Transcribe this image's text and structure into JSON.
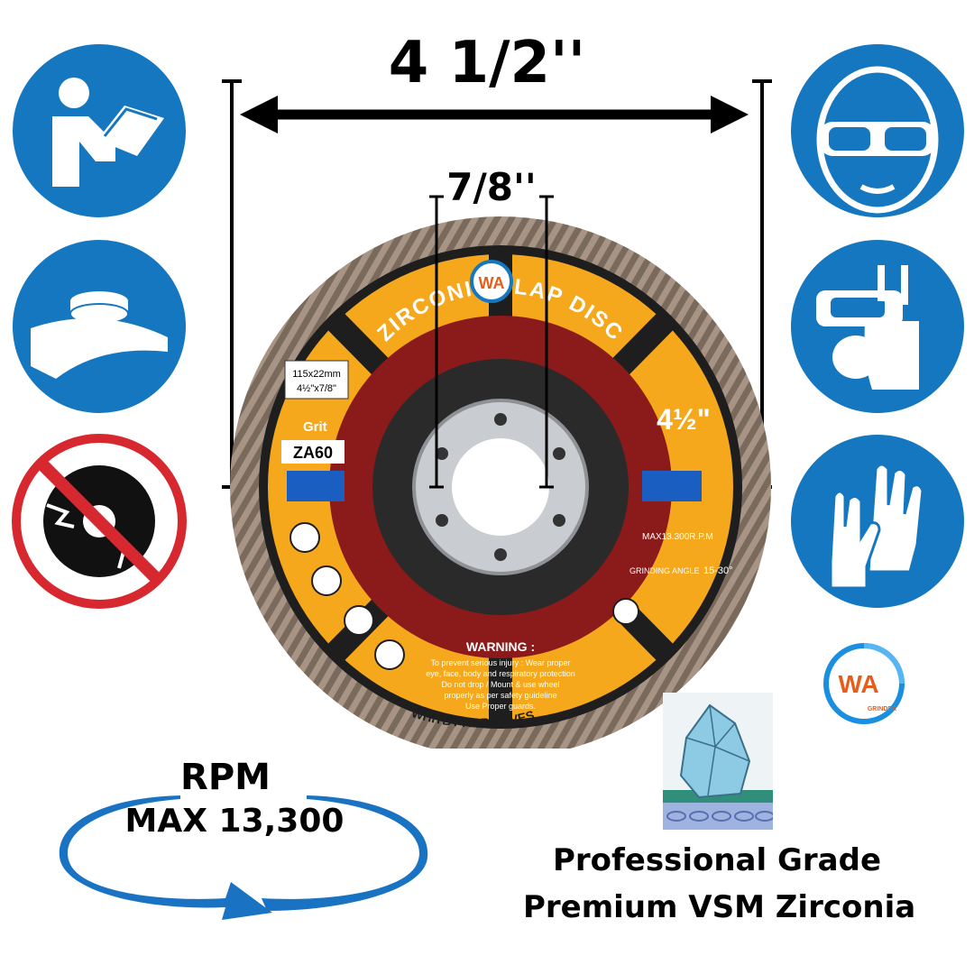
{
  "dimensions": {
    "outer_diameter": "4 1/2''",
    "arbor_size": "7/8''"
  },
  "disc": {
    "title": "ZIRCONIA FLAP DISC",
    "size_metric": "115x22mm",
    "size_imperial": "4½\"x7/8\"",
    "grit_label": "Grit",
    "grit_value": "ZA60",
    "size_badge": "4½\"",
    "max_rpm": "MAX13.300R.P.M",
    "grinding_angle_label": "GRINDING ANGLE",
    "grinding_angle_value": "15-30°",
    "warning_title": "WARNING :",
    "warning_lines": [
      "To prevent serious injury : Wear proper",
      "eye, face, body and respiratory protection",
      "Do not drop / Mount & use wheel",
      "properly as per safety guideline",
      "Use Proper guards."
    ],
    "brand_text": "WHITBY ABRASIVES",
    "logo_letters": "WA"
  },
  "rpm": {
    "label": "RPM",
    "max": "MAX 13,300"
  },
  "caption": {
    "line1": "Professional Grade",
    "line2": "Premium VSM Zirconia"
  },
  "brand_logo": {
    "letters": "WA",
    "sub": "GRINDER"
  },
  "icons": {
    "left": [
      "read-manual-icon",
      "use-guard-icon",
      "no-damaged-disc-icon"
    ],
    "right": [
      "eye-protection-icon",
      "face-respiratory-protection-icon",
      "gloves-icon"
    ]
  },
  "colors": {
    "safety_blue": "#1577bf",
    "prohibition_red": "#d7282f",
    "disc_yellow": "#f5a81c",
    "disc_red": "#8b1a1a",
    "arrow_blue": "#1a73c2"
  }
}
